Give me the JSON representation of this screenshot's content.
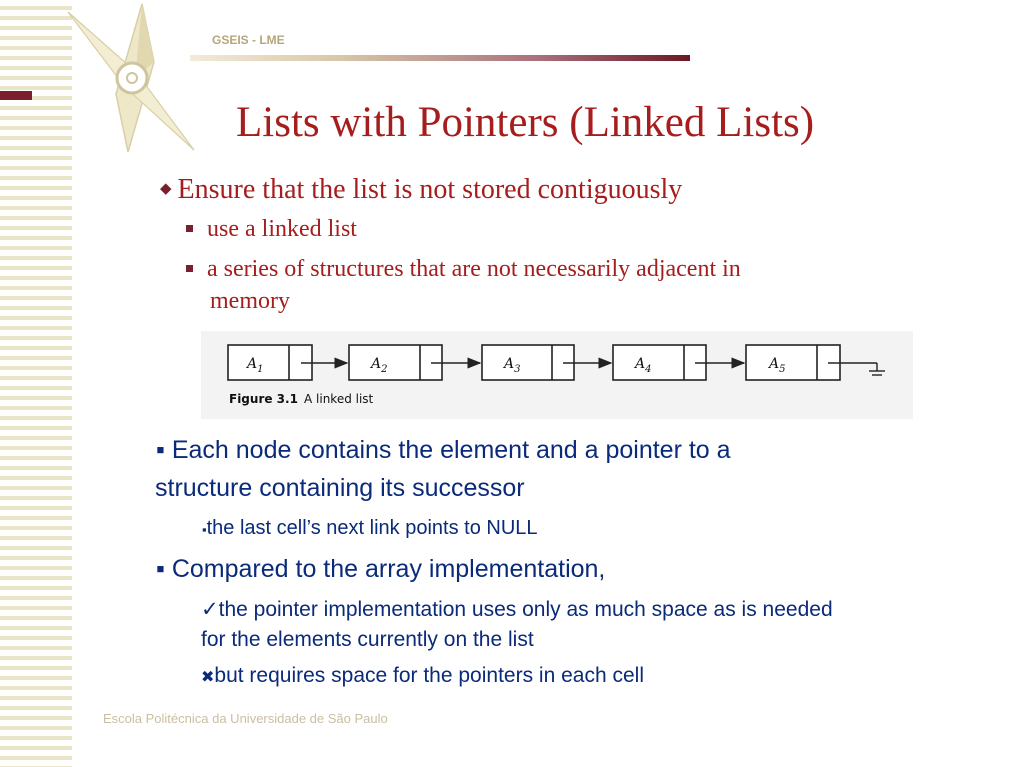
{
  "header": {
    "label": "GSEIS - LME"
  },
  "slide": {
    "title": "Lists with Pointers (Linked Lists)",
    "bullet1": "Ensure that the list is not stored contiguously",
    "sub1": "use a linked list",
    "sub2_line1": "a series of structures that are not necessarily adjacent in",
    "sub2_line2": "memory"
  },
  "figure": {
    "nodes": [
      "A1",
      "A2",
      "A3",
      "A4",
      "A5"
    ],
    "caption_label": "Figure 3.1",
    "caption_text": "A linked list"
  },
  "body": {
    "point1_line1": "Each node contains the element and a pointer to a",
    "point1_line2": "structure containing its successor",
    "point1_sub": "the last cell’s next link points to NULL",
    "point2": "Compared to the array implementation,",
    "point2_check_line1": "the pointer implementation uses only as much space as is needed",
    "point2_check_line2": "for the elements currently on the list",
    "point2_cross": "but requires space for the pointers in each cell"
  },
  "footer": {
    "text": "Escola Politécnica da Universidade de São Paulo"
  },
  "colors": {
    "title": "#a61d1d",
    "body_text": "#0a2a7a",
    "accent": "#7a1f2b",
    "stripe": "#e9e5c9"
  },
  "icons": [
    "compass-logo-icon",
    "diamond-bullet-icon",
    "square-bullet-icon",
    "check-icon",
    "cross-icon"
  ]
}
